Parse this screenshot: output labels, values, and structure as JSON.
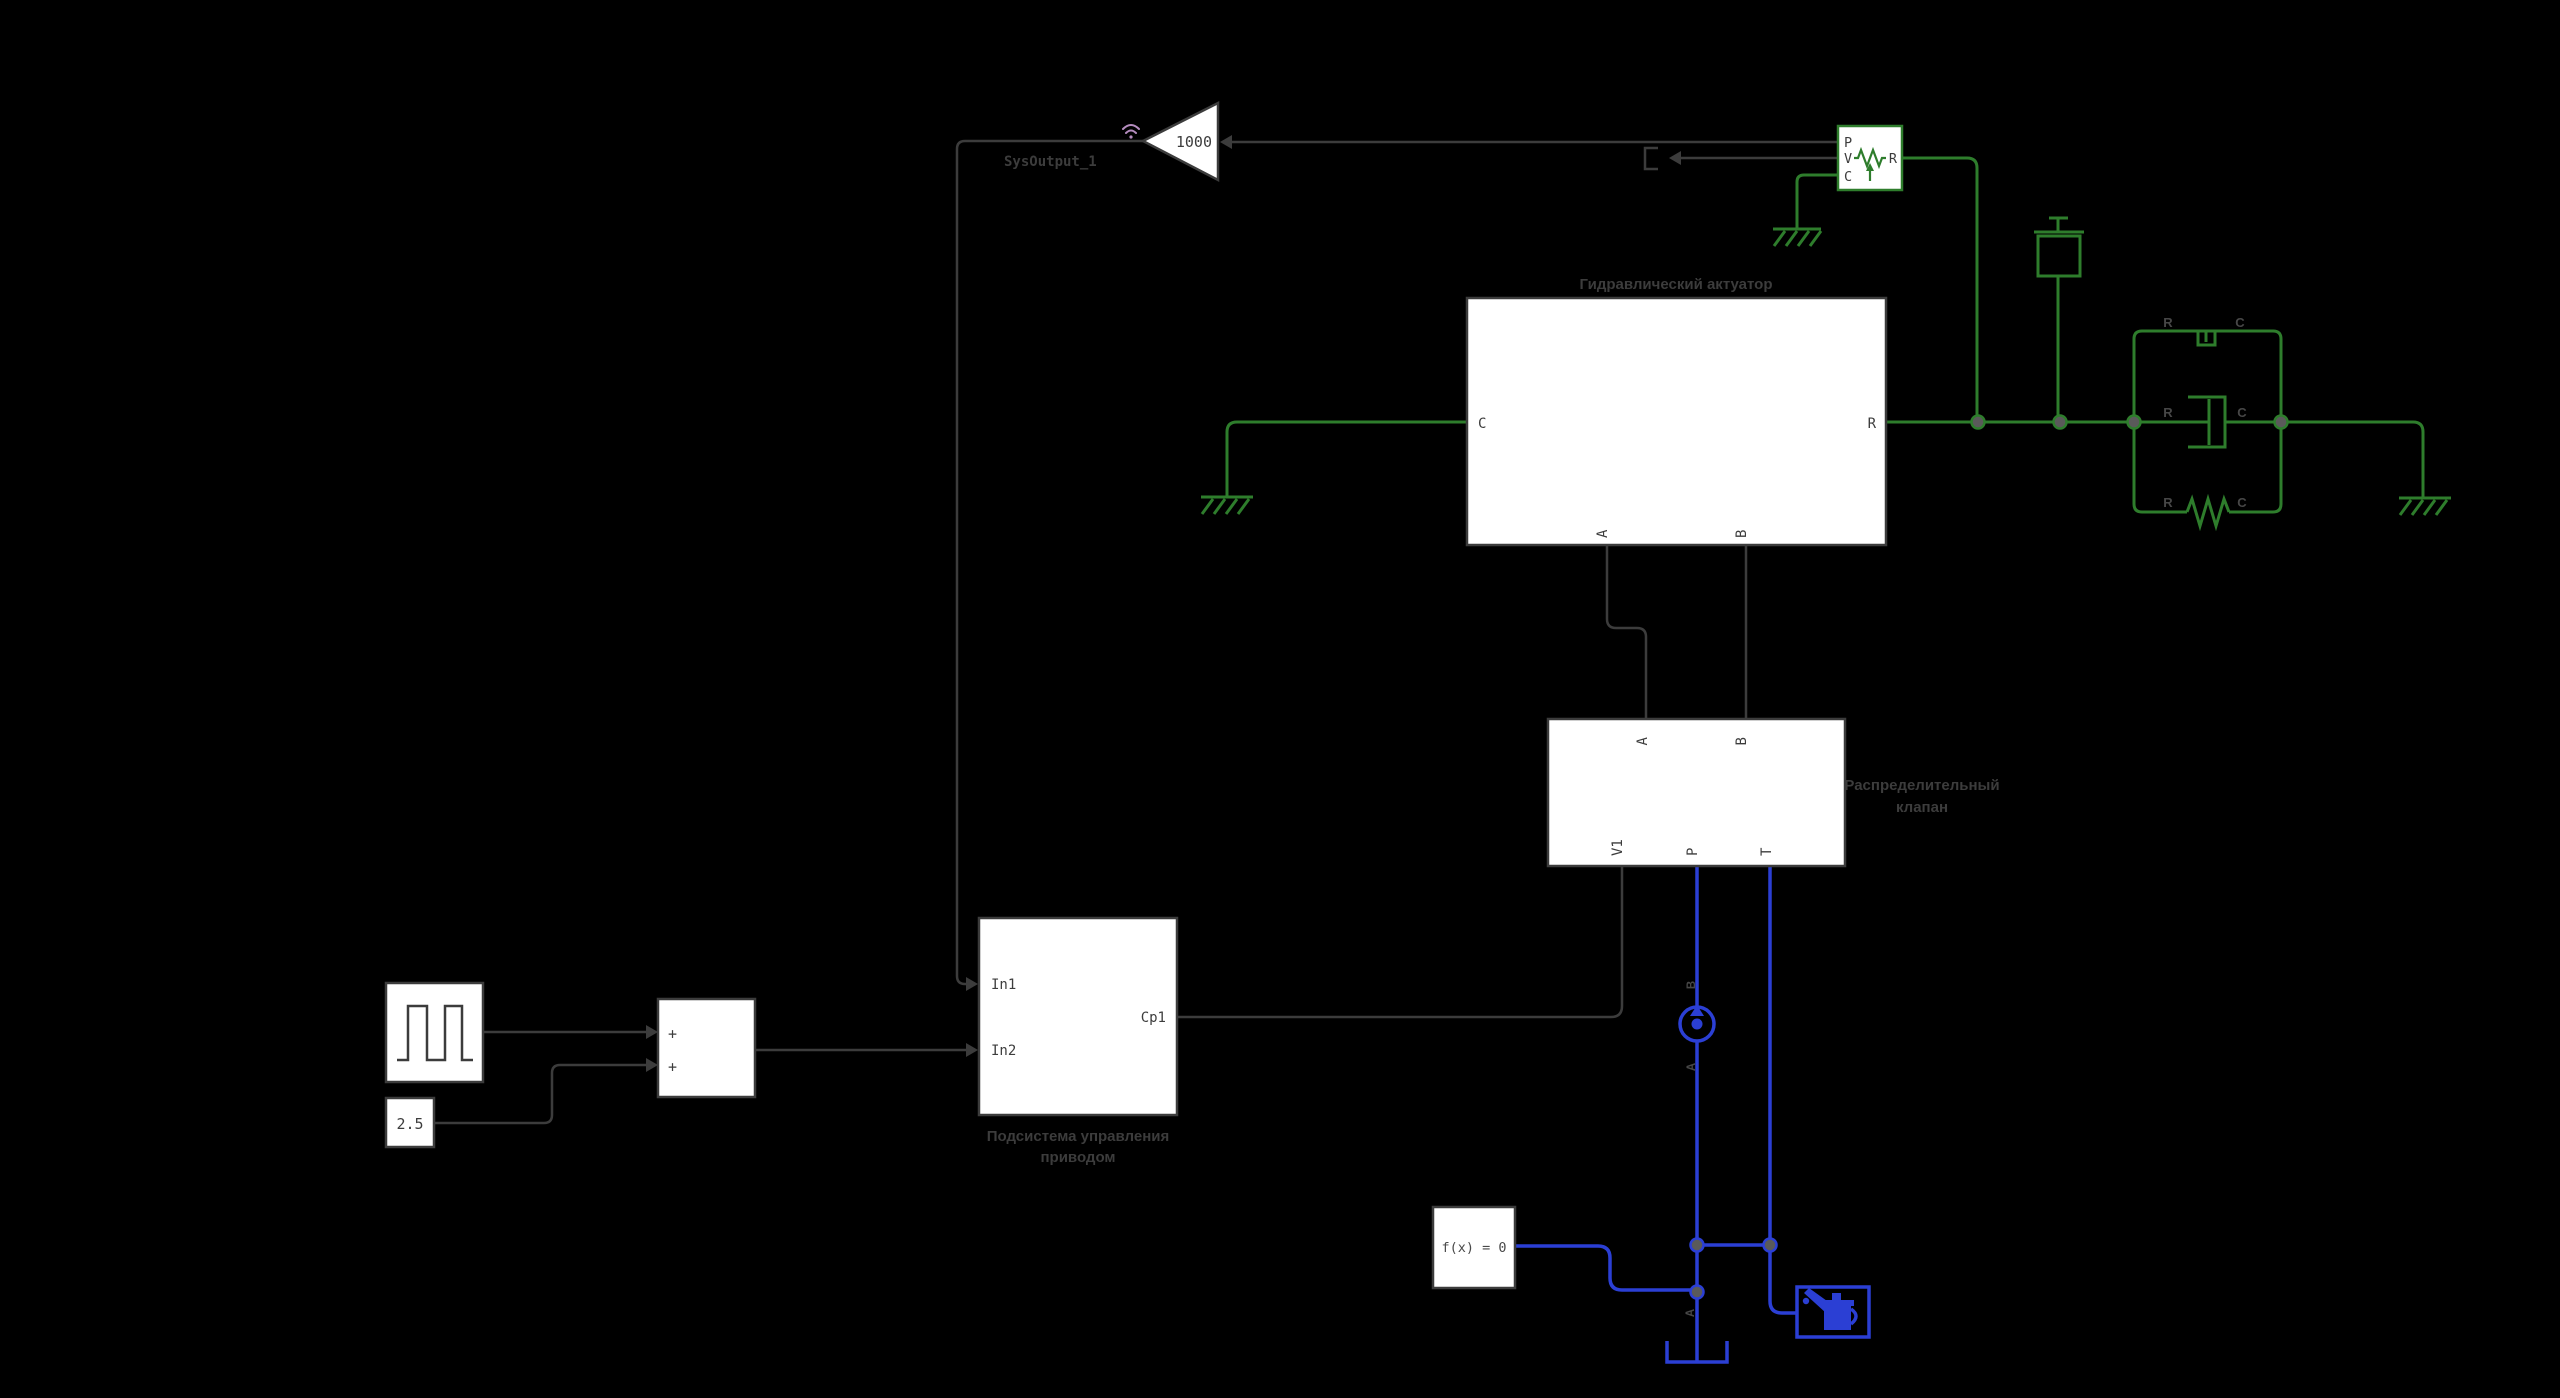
{
  "colors": {
    "background": "#000000",
    "signal_wire": "#3c3c3c",
    "mechanical_green": "#2e7d2c",
    "hydraulic_blue": "#2b3fd4",
    "block_fill": "#ffffff",
    "label_gray": "#3c3c3c",
    "logging_badge_purple": "#b48cbe",
    "junction_fill": "#5a5a5a"
  },
  "gain": {
    "value": "1000",
    "signal_label": "SysOutput_1"
  },
  "sensor": {
    "port_p": "P",
    "port_v": "V",
    "port_c": "C",
    "port_r": "R"
  },
  "actuator": {
    "title": "Гидравлический актуатор",
    "port_c": "C",
    "port_r": "R",
    "port_a": "A",
    "port_b": "B"
  },
  "mech": {
    "hardstop_r": "R",
    "hardstop_c": "C",
    "damper_r": "R",
    "damper_c": "C",
    "spring_r": "R",
    "spring_c": "C"
  },
  "valve": {
    "title1": "Распределительный",
    "title2": "клапан",
    "port_a": "A",
    "port_b": "B",
    "port_v1": "V1",
    "port_p": "P",
    "port_t": "T"
  },
  "hydro": {
    "sensor_b": "B",
    "sensor_a": "A",
    "tank_a": "A"
  },
  "solver": {
    "label": "f(x) = 0"
  },
  "constant": {
    "value": "2.5"
  },
  "sum": {
    "plus1": "+",
    "plus2": "+"
  },
  "subsystem": {
    "port_in1": "In1",
    "port_in2": "In2",
    "port_out": "Cp1",
    "title1": "Подсистема управления",
    "title2": "приводом"
  }
}
